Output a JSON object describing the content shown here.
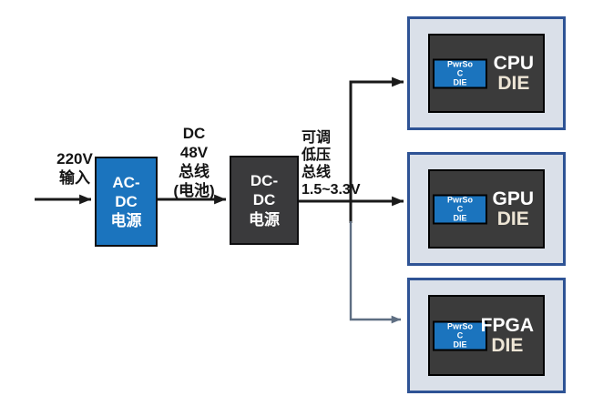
{
  "colors": {
    "accent_blue": "#1B74BE",
    "box_dark": "#3A3A3C",
    "die_shell_fill": "#DAE0E9",
    "die_shell_border": "#2E5395",
    "die_inner_fill": "#3B3B3B",
    "die_text_secondary": "#EDE5D5",
    "wire_black": "#1A1A1A",
    "wire_gray": "#5E6E82"
  },
  "labels": {
    "input": "220V\n输入",
    "bus_48v": "DC\n48V\n总线\n(电池)",
    "lv_bus": "可调\n低压\n总线\n1.5~3.3V"
  },
  "nodes": {
    "acdc": "AC-\nDC\n电源",
    "dcdc": "DC-\nDC\n电源"
  },
  "dies": [
    {
      "name": "CPU",
      "die": "DIE",
      "chip": "PwrSo\nC\nDIE"
    },
    {
      "name": "GPU",
      "die": "DIE",
      "chip": "PwrSo\nC\nDIE"
    },
    {
      "name": "FPGA",
      "die": "DIE",
      "chip": "PwrSo\nC\nDIE"
    }
  ],
  "edges": [
    {
      "from": "mains",
      "to": "acdc",
      "label": "220V 输入"
    },
    {
      "from": "acdc",
      "to": "dcdc",
      "label": "DC 48V 总线 (电池)"
    },
    {
      "from": "dcdc",
      "to": "cpu-die",
      "label": "可调低压总线 1.5~3.3V"
    },
    {
      "from": "dcdc",
      "to": "gpu-die",
      "label": "可调低压总线 1.5~3.3V"
    },
    {
      "from": "dcdc",
      "to": "fpga-die",
      "label": "可调低压总线 1.5~3.3V"
    }
  ]
}
